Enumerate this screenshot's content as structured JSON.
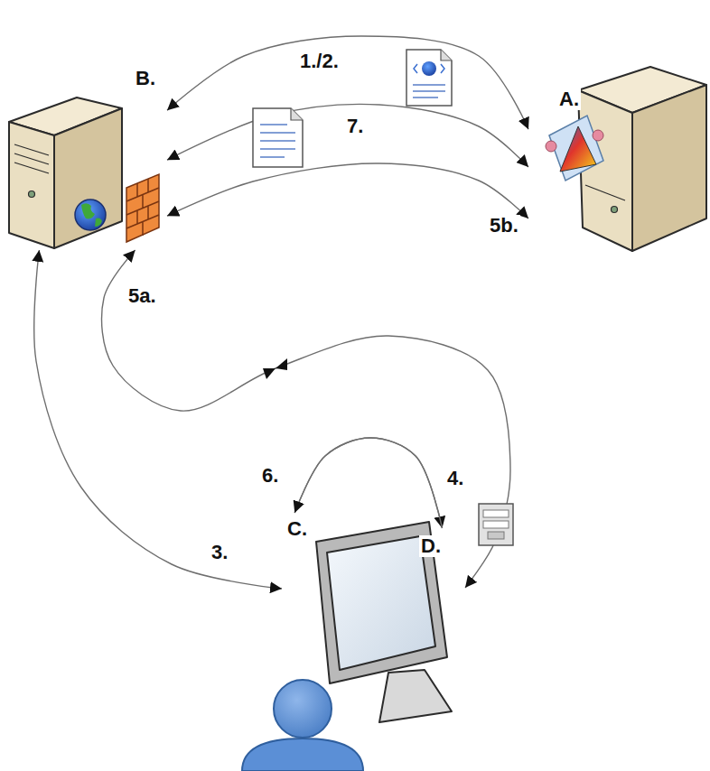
{
  "diagram": {
    "nodes": [
      {
        "text": [
          "B."
        ]
      },
      {
        "text": [
          "A."
        ]
      },
      {
        "text": [
          "C."
        ]
      },
      {
        "text": [
          "D."
        ]
      }
    ],
    "edges": [
      {
        "from": 0,
        "to": 1,
        "label": "1./2.",
        "arrow": "both"
      },
      {
        "from": 1,
        "to": 0,
        "label": "7.",
        "arrow": "both"
      },
      {
        "from": 1,
        "to": 0,
        "label": "5b.",
        "arrow": "both"
      },
      {
        "from": 3,
        "to": 0,
        "label": "5a.",
        "arrow": "both"
      },
      {
        "from": 0,
        "to": 2,
        "label": "3.",
        "arrow": "both"
      },
      {
        "from": 2,
        "to": 3,
        "label": "4.",
        "arrow": "to"
      },
      {
        "from": 3,
        "to": 2,
        "label": "6.",
        "arrow": "to"
      }
    ]
  }
}
